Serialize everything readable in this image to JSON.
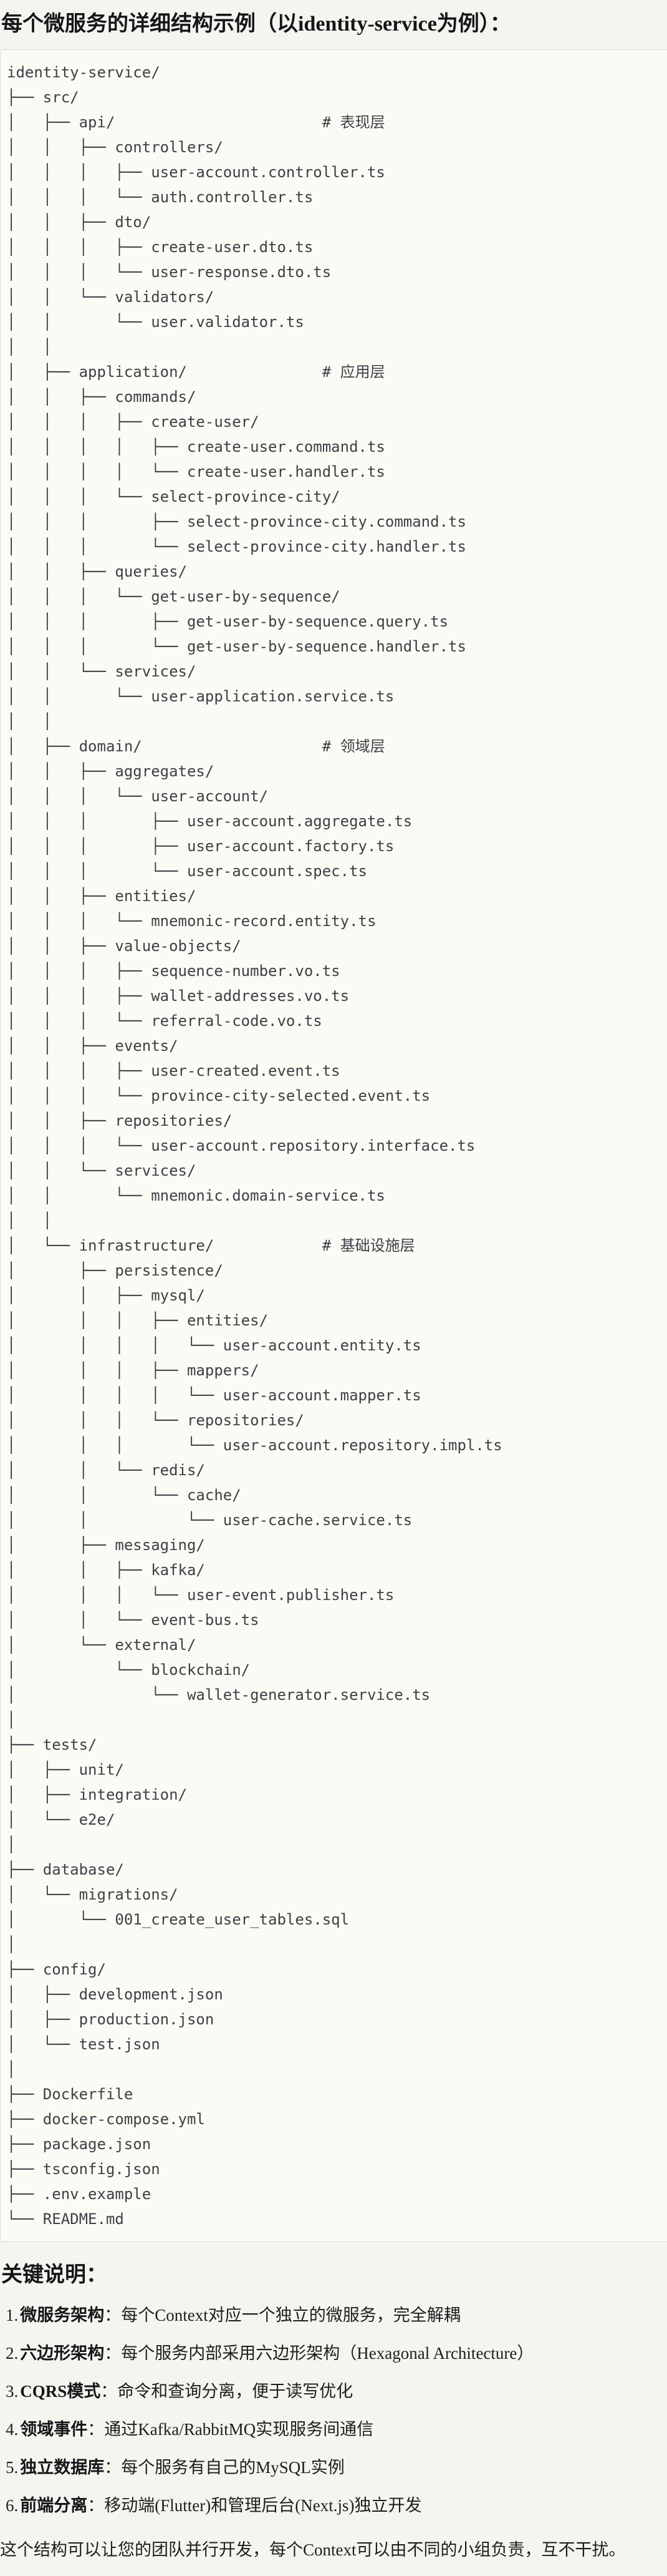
{
  "title": "每个微服务的详细结构示例（以identity-service为例）：",
  "colors": {
    "page_bg": "#f5f4ee",
    "code_bg": "#fbfaf4",
    "code_border": "#dedcd3",
    "code_text": "#3c4147",
    "body_text": "#1d1e20"
  },
  "tree": {
    "lines": [
      "identity-service/",
      "├── src/",
      "│   ├── api/                       # 表现层",
      "│   │   ├── controllers/",
      "│   │   │   ├── user-account.controller.ts",
      "│   │   │   └── auth.controller.ts",
      "│   │   ├── dto/",
      "│   │   │   ├── create-user.dto.ts",
      "│   │   │   └── user-response.dto.ts",
      "│   │   └── validators/",
      "│   │       └── user.validator.ts",
      "│   │",
      "│   ├── application/               # 应用层",
      "│   │   ├── commands/",
      "│   │   │   ├── create-user/",
      "│   │   │   │   ├── create-user.command.ts",
      "│   │   │   │   └── create-user.handler.ts",
      "│   │   │   └── select-province-city/",
      "│   │   │       ├── select-province-city.command.ts",
      "│   │   │       └── select-province-city.handler.ts",
      "│   │   ├── queries/",
      "│   │   │   └── get-user-by-sequence/",
      "│   │   │       ├── get-user-by-sequence.query.ts",
      "│   │   │       └── get-user-by-sequence.handler.ts",
      "│   │   └── services/",
      "│   │       └── user-application.service.ts",
      "│   │",
      "│   ├── domain/                    # 领域层",
      "│   │   ├── aggregates/",
      "│   │   │   └── user-account/",
      "│   │   │       ├── user-account.aggregate.ts",
      "│   │   │       ├── user-account.factory.ts",
      "│   │   │       └── user-account.spec.ts",
      "│   │   ├── entities/",
      "│   │   │   └── mnemonic-record.entity.ts",
      "│   │   ├── value-objects/",
      "│   │   │   ├── sequence-number.vo.ts",
      "│   │   │   ├── wallet-addresses.vo.ts",
      "│   │   │   └── referral-code.vo.ts",
      "│   │   ├── events/",
      "│   │   │   ├── user-created.event.ts",
      "│   │   │   └── province-city-selected.event.ts",
      "│   │   ├── repositories/",
      "│   │   │   └── user-account.repository.interface.ts",
      "│   │   └── services/",
      "│   │       └── mnemonic.domain-service.ts",
      "│   │",
      "│   └── infrastructure/            # 基础设施层",
      "│       ├── persistence/",
      "│       │   ├── mysql/",
      "│       │   │   ├── entities/",
      "│       │   │   │   └── user-account.entity.ts",
      "│       │   │   ├── mappers/",
      "│       │   │   │   └── user-account.mapper.ts",
      "│       │   │   └── repositories/",
      "│       │   │       └── user-account.repository.impl.ts",
      "│       │   └── redis/",
      "│       │       └── cache/",
      "│       │           └── user-cache.service.ts",
      "│       ├── messaging/",
      "│       │   ├── kafka/",
      "│       │   │   └── user-event.publisher.ts",
      "│       │   └── event-bus.ts",
      "│       └── external/",
      "│           └── blockchain/",
      "│               └── wallet-generator.service.ts",
      "│",
      "├── tests/",
      "│   ├── unit/",
      "│   ├── integration/",
      "│   └── e2e/",
      "│",
      "├── database/",
      "│   └── migrations/",
      "│       └── 001_create_user_tables.sql",
      "│",
      "├── config/",
      "│   ├── development.json",
      "│   ├── production.json",
      "│   └── test.json",
      "│",
      "├── Dockerfile",
      "├── docker-compose.yml",
      "├── package.json",
      "├── tsconfig.json",
      "├── .env.example",
      "└── README.md"
    ]
  },
  "notes": {
    "heading": "关键说明：",
    "colon": "：",
    "items": [
      {
        "num": "1.",
        "term": "微服务架构",
        "desc": "每个Context对应一个独立的微服务，完全解耦"
      },
      {
        "num": "2.",
        "term": "六边形架构",
        "desc": "每个服务内部采用六边形架构（Hexagonal Architecture）"
      },
      {
        "num": "3.",
        "term": "CQRS模式",
        "desc": "命令和查询分离，便于读写优化"
      },
      {
        "num": "4.",
        "term": "领域事件",
        "desc": "通过Kafka/RabbitMQ实现服务间通信"
      },
      {
        "num": "5.",
        "term": "独立数据库",
        "desc": "每个服务有自己的MySQL实例"
      },
      {
        "num": "6.",
        "term": "前端分离",
        "desc": "移动端(Flutter)和管理后台(Next.js)独立开发"
      }
    ],
    "footer": "这个结构可以让您的团队并行开发，每个Context可以由不同的小组负责，互不干扰。"
  }
}
